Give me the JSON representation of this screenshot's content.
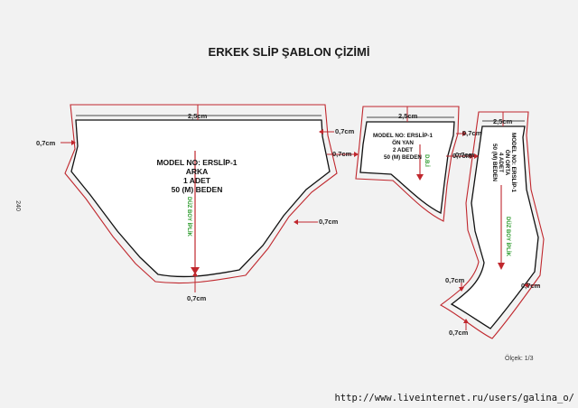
{
  "title": "ERKEK SLİP ŞABLON ÇİZİMİ",
  "page_number": "240",
  "scale": "Ölçek: 1/3",
  "watermark": "http://www.liveinternet.ru/users/galina_o/",
  "colors": {
    "seam": "#c0272d",
    "outline": "#111111",
    "grain": "#2a9a2a"
  },
  "pieces": {
    "back": {
      "label": [
        "MODEL NO: ERSLİP-1",
        "ARKA",
        "1 ADET",
        "50 (M) BEDEN"
      ],
      "grain": "DÜZ BOY İPLİK",
      "top_allowance": "2,5cm",
      "left_allowance": "0,7cm",
      "right_allowance": "0,7cm",
      "mid_right_allowance": "0,7cm",
      "curve_allowance": "0,7cm",
      "bottom_allowance": "0,7cm"
    },
    "front_side": {
      "label": [
        "MODEL NO: ERSLİP-1",
        "ÖN YAN",
        "2 ADET",
        "50 (M) BEDEN"
      ],
      "grain": "D.B.İ",
      "top_allowance": "2,5cm",
      "right_allowance": "0,7cm",
      "curve_allowance": "0,7cm"
    },
    "front_middle": {
      "label": [
        "MODEL NO: ERSLİP-1",
        "ÖN ORTA",
        "4 ADET",
        "50 (M) BEDEN"
      ],
      "grain": "DÜZ BOY İPLİK",
      "top_allowance": "2,5cm",
      "upper_left_allowance": "0,7cm",
      "right_allowance": "0,7cm",
      "lower_left_allowance": "0,7cm",
      "bottom_allowance": "0,7cm"
    }
  }
}
